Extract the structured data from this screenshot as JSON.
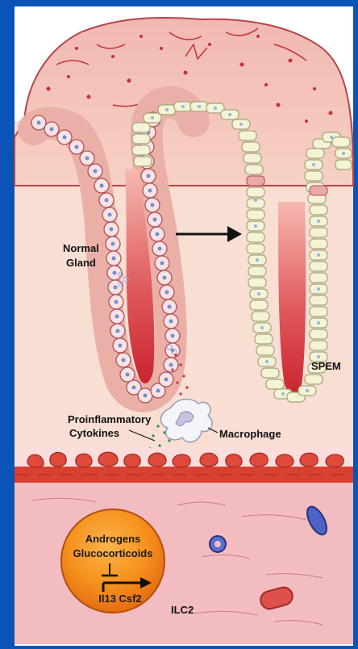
{
  "labels": {
    "normal_gland_line1": "Normal",
    "normal_gland_line2": "Gland",
    "spem": "SPEM",
    "proinflammatory_line1": "Proinflammatory",
    "proinflammatory_line2": "Cytokines",
    "macrophage": "Macrophage",
    "androgens": "Androgens",
    "glucocorticoids": "Glucocorticoids",
    "genes": "Il13 Csf2",
    "ilc2": "ILC2"
  },
  "colors": {
    "background_border": "#0a54b8",
    "tissue": "#f8dcd0",
    "gland_lumen": "#d3353f",
    "muscle_band": "#d8402f",
    "submucosa": "#f2bcc0",
    "ilc2_cell": "#f5901d",
    "cytokine_dots": "#2e9a4a"
  }
}
